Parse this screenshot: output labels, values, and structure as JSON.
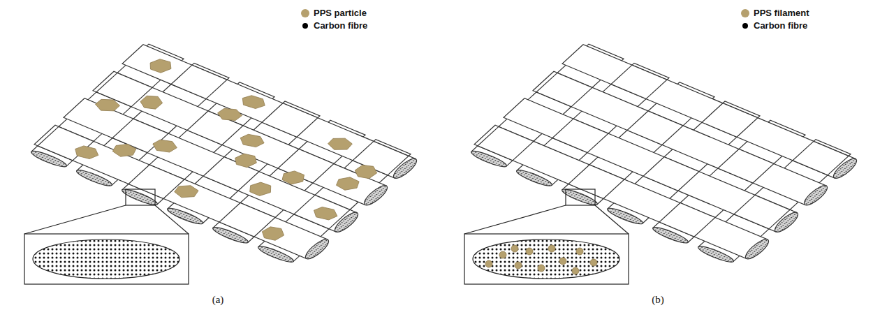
{
  "diagram": {
    "labels": [
      "(a)",
      "(b)"
    ],
    "legend": [
      {
        "text": "PPS particle",
        "color": "#b5a06e"
      },
      {
        "text": "Carbon fibre",
        "color": "#000000"
      },
      {
        "text": "PPS filament",
        "color": "#b5a06e"
      },
      {
        "text": "Carbon fibre",
        "color": "#000000"
      }
    ]
  }
}
